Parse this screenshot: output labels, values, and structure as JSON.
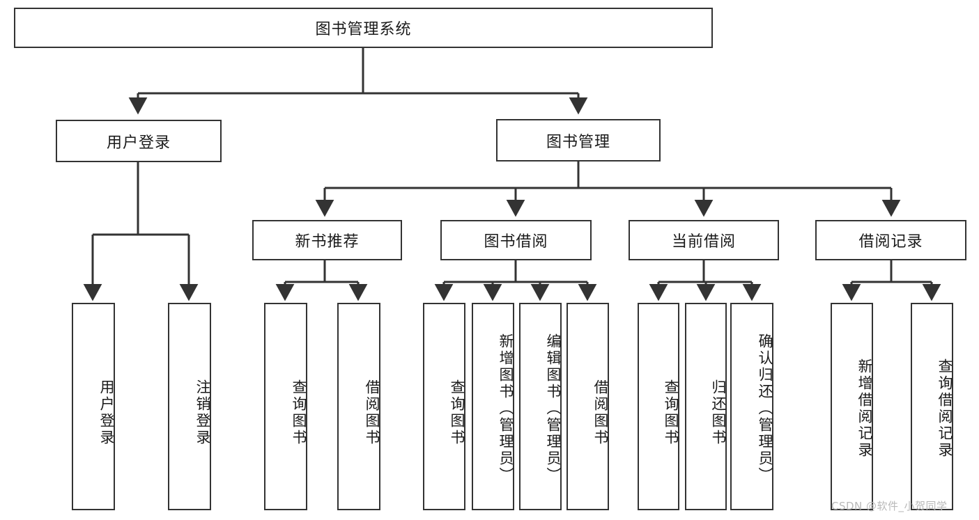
{
  "diagram": {
    "type": "tree-hierarchy-chart",
    "title_node": {
      "label": "图书管理系统"
    },
    "level1": [
      {
        "id": "user-login",
        "label": "用户登录"
      },
      {
        "id": "book-management",
        "label": "图书管理"
      }
    ],
    "level2": [
      {
        "id": "new-book-recommend",
        "label": "新书推荐",
        "parent": "book-management"
      },
      {
        "id": "book-borrow",
        "label": "图书借阅",
        "parent": "book-management"
      },
      {
        "id": "current-borrow",
        "label": "当前借阅",
        "parent": "book-management"
      },
      {
        "id": "borrow-record",
        "label": "借阅记录",
        "parent": "book-management"
      }
    ],
    "leaves": {
      "user-login": [
        {
          "id": "leaf-user-login",
          "label": "用户登录"
        },
        {
          "id": "leaf-user-logout",
          "label": "注销登录"
        }
      ],
      "new-book-recommend": [
        {
          "id": "leaf-query-book-1",
          "label": "查询图书"
        },
        {
          "id": "leaf-borrow-book-1",
          "label": "借阅图书"
        }
      ],
      "book-borrow": [
        {
          "id": "leaf-query-book-2",
          "label": "查询图书"
        },
        {
          "id": "leaf-add-book",
          "label": "新增图书（管理员）"
        },
        {
          "id": "leaf-edit-book",
          "label": "编辑图书（管理员）"
        },
        {
          "id": "leaf-borrow-book-2",
          "label": "借阅图书"
        }
      ],
      "current-borrow": [
        {
          "id": "leaf-query-book-3",
          "label": "查询图书"
        },
        {
          "id": "leaf-return-book",
          "label": "归还图书"
        },
        {
          "id": "leaf-confirm-return",
          "label": "确认归还（管理员）"
        }
      ],
      "borrow-record": [
        {
          "id": "leaf-add-record",
          "label": "新增借阅记录"
        },
        {
          "id": "leaf-query-record",
          "label": "查询借阅记录"
        }
      ]
    },
    "colors": {
      "border": "#333333",
      "background": "#ffffff",
      "text": "#1a1a1a",
      "watermark": "#b9b9b9"
    }
  },
  "watermark": {
    "text": "CSDN @软件_小贺同学"
  }
}
